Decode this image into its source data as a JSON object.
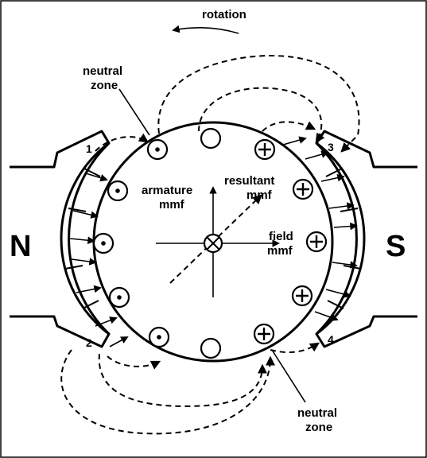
{
  "labels": {
    "rotation": "rotation",
    "neutral_zone_top_1": "neutral",
    "neutral_zone_top_2": "zone",
    "neutral_zone_bottom_1": "neutral",
    "neutral_zone_bottom_2": "zone",
    "armature_mmf_1": "armature",
    "armature_mmf_2": "mmf",
    "resultant_mmf_1": "resultant",
    "resultant_mmf_2": "mmf",
    "field_mmf_1": "field",
    "field_mmf_2": "mmf",
    "pole_north": "N",
    "pole_south": "S",
    "corner_1": "1",
    "corner_2": "2",
    "corner_3": "3",
    "corner_4": "4"
  }
}
